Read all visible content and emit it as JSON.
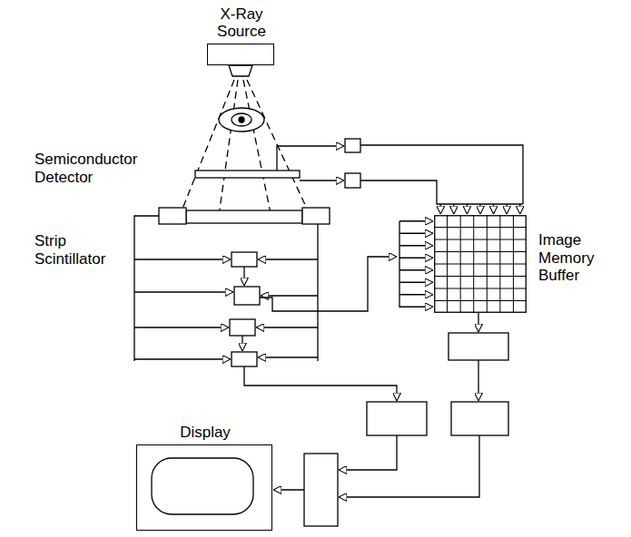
{
  "diagram": {
    "nodes": [
      {
        "text": [
          "X-Ray Source"
        ]
      },
      {
        "text": [
          "Image Memory Buffer"
        ]
      },
      {
        "text": [
          "Display"
        ]
      }
    ],
    "labels": [
      "Semiconductor Detector",
      "Strip Scintillator"
    ]
  }
}
